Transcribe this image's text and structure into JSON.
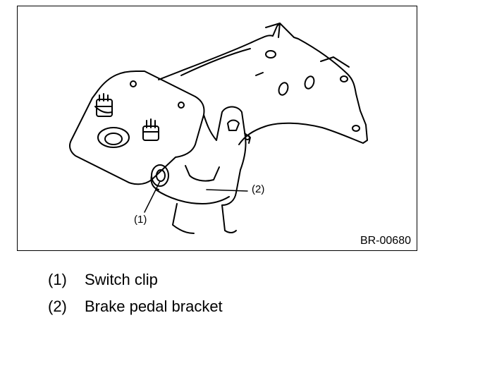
{
  "diagram": {
    "figure_id": "BR-00680",
    "callouts": [
      {
        "id": "1",
        "label": "(1)"
      },
      {
        "id": "2",
        "label": "(2)"
      }
    ]
  },
  "legend": {
    "items": [
      {
        "number": "(1)",
        "text": "Switch clip"
      },
      {
        "number": "(2)",
        "text": "Brake pedal bracket"
      }
    ]
  }
}
